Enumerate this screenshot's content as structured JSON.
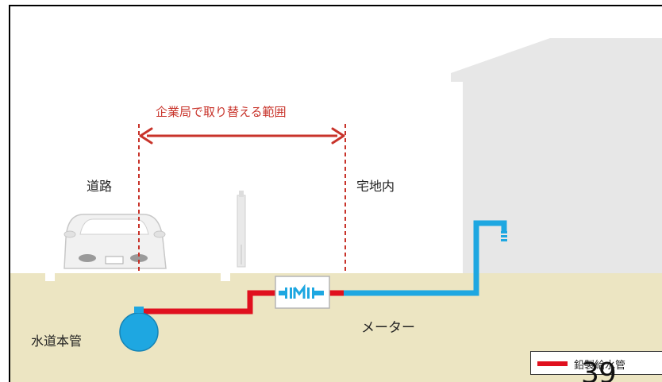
{
  "diagram": {
    "range_label": "企業局で取り替える範囲",
    "road_label": "道路",
    "site_label": "宅地内",
    "water_main_label": "水道本管",
    "meter_label": "メーター",
    "legend_label": "鉛製給水管",
    "page_number": "39"
  },
  "colors": {
    "lead_pipe": "#e0101e",
    "service_pipe": "#1ea7e1",
    "ground": "#ece5c2",
    "range_marker": "#c8332a",
    "house": "#e7e7e7"
  }
}
